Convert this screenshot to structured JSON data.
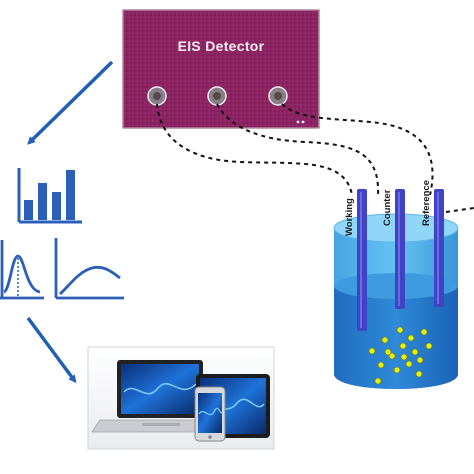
{
  "detector": {
    "title": "EIS Detector",
    "body_color": "#8c2363",
    "port_count": 3
  },
  "electrodes": [
    {
      "label": "Working"
    },
    {
      "label": "Counter"
    },
    {
      "label": "Reference"
    }
  ],
  "colors": {
    "arrow": "#1f5fb5",
    "chart_blue": "#2b5fb8",
    "beaker": "#3ea6e0",
    "liquid": "#2378c7",
    "electrode": "#4043c6",
    "particle": "#e5f00e",
    "wire": "#111111"
  },
  "icons": {
    "charts": [
      "bar-chart-icon",
      "peak-curve-icon",
      "rising-curve-icon"
    ],
    "devices": [
      "laptop-icon",
      "tablet-icon",
      "smartphone-icon"
    ]
  }
}
